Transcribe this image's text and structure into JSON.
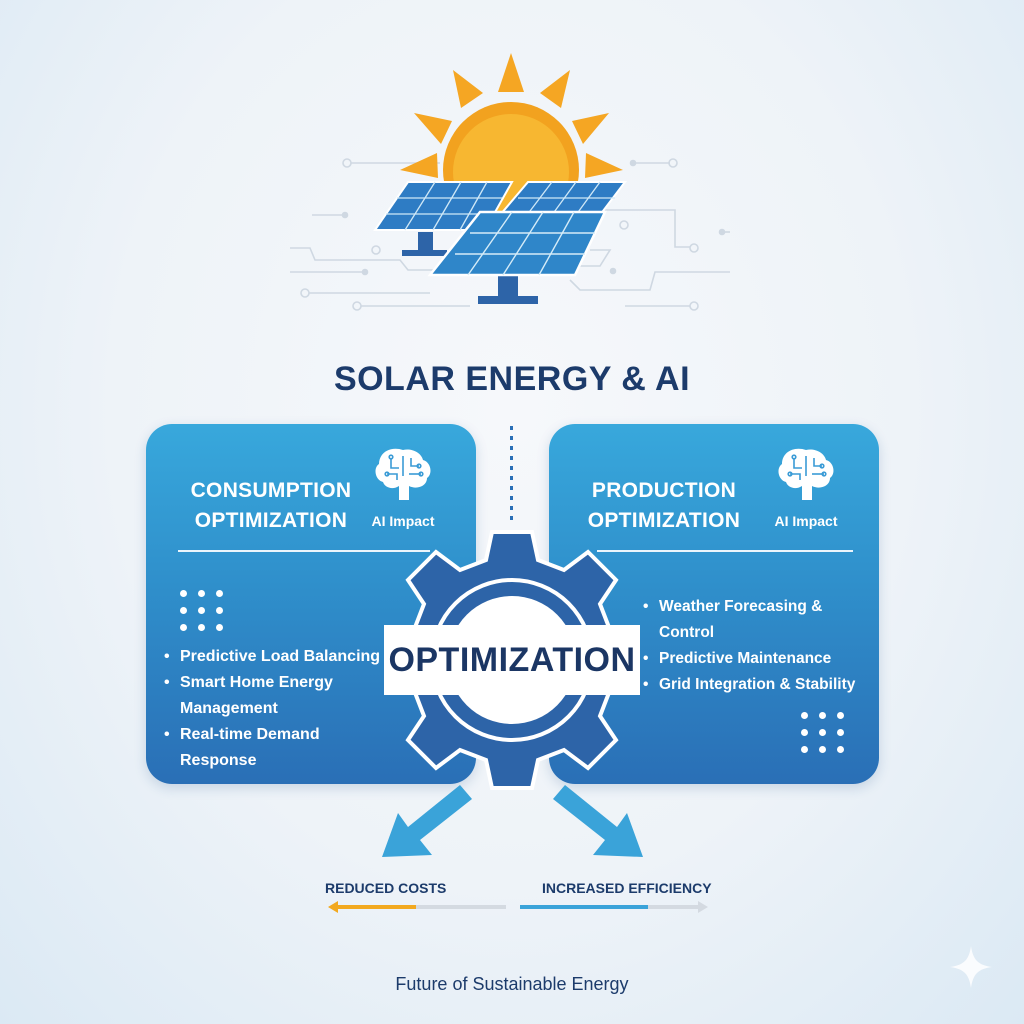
{
  "title": "SOLAR ENERGY & AI",
  "hero": {
    "icons": [
      "sun-icon",
      "solar-panel-icon",
      "circuit-lines-icon"
    ]
  },
  "panels": {
    "left": {
      "title_line1": "CONSUMPTION",
      "title_line2": "OPTIMIZATION",
      "icon": "brain-circuit-icon",
      "badge": "AI Impact",
      "bullets": [
        "Predictive Load Balancing",
        "Smart Home Energy Management",
        "Real-time Demand Response"
      ]
    },
    "right": {
      "title_line1": "PRODUCTION",
      "title_line2": "OPTIMIZATION",
      "icon": "brain-circuit-icon",
      "badge": "AI Impact",
      "bullets": [
        "Weather Forecasing & Control",
        "Predictive Maintenance",
        "Grid Integration & Stability"
      ]
    }
  },
  "center": {
    "label": "OPTIMIZATION",
    "icon": "gear-icon"
  },
  "outcomes": [
    {
      "label": "REDUCED COSTS",
      "color": "#f2a91f",
      "direction": "left"
    },
    {
      "label": "INCREASED EFFICIENCY",
      "color": "#3aa3d9",
      "direction": "right"
    }
  ],
  "footer": "Future of Sustainable Energy",
  "colors": {
    "navy": "#1c3b6b",
    "panel_top": "#38a8dc",
    "panel_bottom": "#2a6fb6",
    "gear": "#2d64a8",
    "sun": "#f5a623",
    "arrow": "#3aa3d9"
  }
}
